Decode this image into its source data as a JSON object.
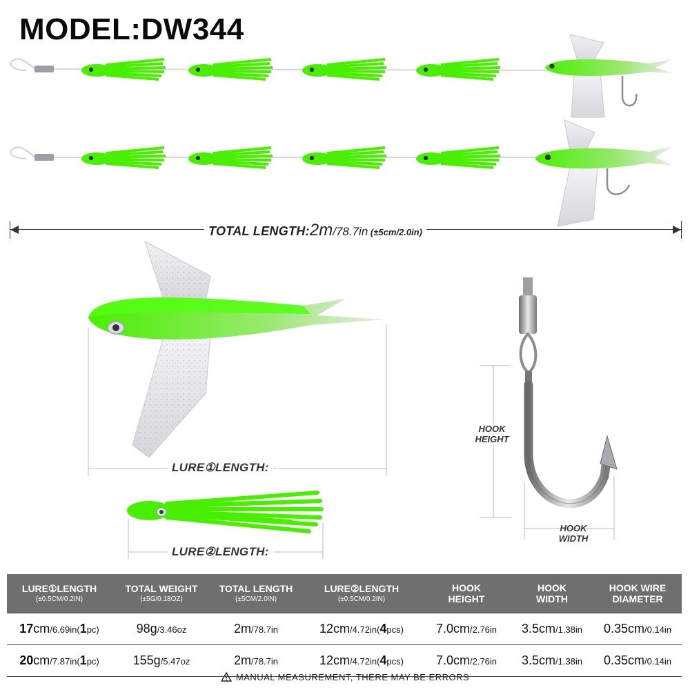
{
  "model_title": "MODEL:DW344",
  "total_length_label": {
    "key": "TOTAL LENGTH:",
    "metric": "2m",
    "imperial": "/78.7in",
    "tolerance": " (±5cm/2.0in)"
  },
  "lure1_label": "LURE①LENGTH:",
  "lure2_label": "LURE②LENGTH:",
  "hook_height_label": [
    "HOOK",
    "HEIGHT"
  ],
  "hook_width_label": [
    "HOOK",
    "WIDTH"
  ],
  "colors": {
    "lure_green": "#44f000",
    "table_header": "#6f6f6f",
    "wing_clear": "#e4e4e8"
  },
  "table": {
    "headers": [
      {
        "title": "LURE①LENGTH",
        "sub": "(±0.5CM/0.2IN)"
      },
      {
        "title": "TOTAL WEIGHT",
        "sub": "(±5G/0.18OZ)"
      },
      {
        "title": "TOTAL LENGTH",
        "sub": "(±5CM/2.0IN)"
      },
      {
        "title": "LURE②LENGTH",
        "sub": "(±0.5CM/0.2IN)"
      },
      {
        "title": "HOOK HEIGHT",
        "sub": ""
      },
      {
        "title": "HOOK WIDTH",
        "sub": ""
      },
      {
        "title": "HOOK WIRE DIAMETER",
        "sub": ""
      }
    ],
    "rows": [
      {
        "lure1": {
          "main": "17",
          "unit": "cm",
          "imp": "/6.69in",
          "p1": "(",
          "qty": "1",
          "p2": "pc)"
        },
        "weight": {
          "main": "98g",
          "imp": "/3.46oz"
        },
        "length": {
          "main": "2m",
          "imp": "/78.7in"
        },
        "lure2": {
          "main": "12cm",
          "imp": "/4.72in",
          "p1": "(",
          "qty": "4",
          "p2": "pcs)"
        },
        "hook_height": {
          "main": "7.0cm",
          "imp": "/2.76in"
        },
        "hook_width": {
          "main": "3.5cm",
          "imp": "/1.38in"
        },
        "wire": {
          "main": "0.35cm",
          "imp": "/0.14in"
        }
      },
      {
        "lure1": {
          "main": "20",
          "unit": "cm",
          "imp": "/7.87in",
          "p1": "(",
          "qty": "1",
          "p2": "pc)"
        },
        "weight": {
          "main": "155g",
          "imp": "/5.47oz"
        },
        "length": {
          "main": "2m",
          "imp": "/78.7in"
        },
        "lure2": {
          "main": "12cm",
          "imp": "/4.72in",
          "p1": "(",
          "qty": "4",
          "p2": "pcs)"
        },
        "hook_height": {
          "main": "7.0cm",
          "imp": "/2.76in"
        },
        "hook_width": {
          "main": "3.5cm",
          "imp": "/1.38in"
        },
        "wire": {
          "main": "0.35cm",
          "imp": "/0.14in"
        }
      }
    ]
  },
  "footer_note": "MANUAL MEASUREMENT, THERE MAY BE ERRORS"
}
